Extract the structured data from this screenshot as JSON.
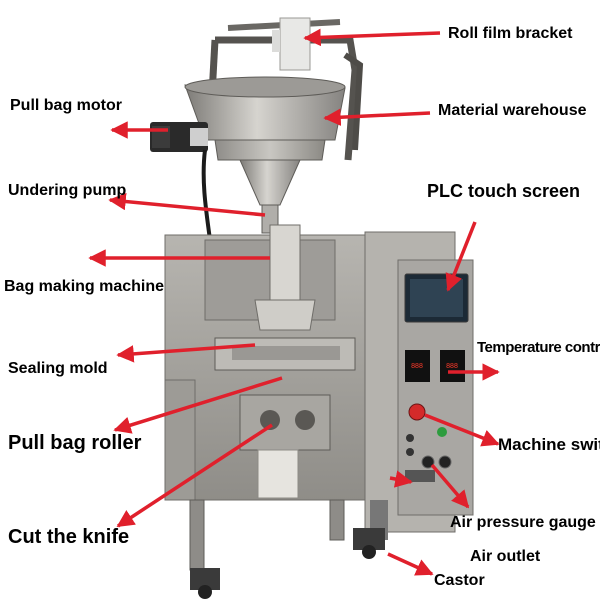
{
  "image": {
    "subject": "vertical bag packaging machine with hopper and control cabinet",
    "arrow_color": "#e0202c",
    "panel_color": "#a9a7a3",
    "screen_color": "#1c2a36"
  },
  "labels": {
    "roll_film_bracket": "Roll film bracket",
    "pull_bag_motor": "Pull bag motor",
    "material_warehouse": "Material warehouse",
    "undering_pump": "Undering pump",
    "plc_touch_screen": "PLC touch screen",
    "bag_making_machine": "Bag making machine",
    "temperature_controller": "Temperature controller",
    "sealing_mold": "Sealing mold",
    "pull_bag_roller": "Pull bag roller",
    "machine_switch": "Machine switch",
    "air_pressure_gauge": "Air pressure gauge",
    "cut_the_knife": "Cut the knife",
    "air_outlet": "Air outlet",
    "castor": "Castor"
  }
}
